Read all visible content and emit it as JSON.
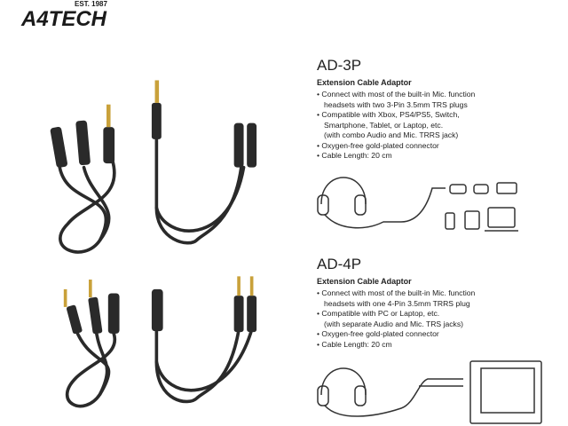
{
  "brand": {
    "logo": "A4TECH",
    "est": "EST. 1987"
  },
  "products": [
    {
      "model": "AD-3P",
      "subtitle": "Extension Cable Adaptor",
      "bullets": [
        {
          "text": "Connect with most of the built-in Mic. function",
          "cont": "headsets with two 3-Pin 3.5mm TRS plugs"
        },
        {
          "text": "Compatible with Xbox, PS4/PS5, Switch,",
          "cont": "Smartphone, Tablet, or Laptop, etc."
        },
        {
          "text": "",
          "cont": "(with combo Audio and Mic. TRRS jack)"
        },
        {
          "text": "Oxygen-free gold-plated connector"
        },
        {
          "text": "Cable Length: 20 cm"
        }
      ]
    },
    {
      "model": "AD-4P",
      "subtitle": "Extension Cable Adaptor",
      "bullets": [
        {
          "text": "Connect with most of the built-in Mic. function",
          "cont": "headsets with one 4-Pin 3.5mm TRRS plug"
        },
        {
          "text": "Compatible with PC or Laptop, etc.",
          "cont": "(with separate Audio and Mic. TRS jacks)"
        },
        {
          "text": "Oxygen-free gold-plated connector"
        },
        {
          "text": "Cable Length: 20 cm"
        }
      ]
    }
  ]
}
